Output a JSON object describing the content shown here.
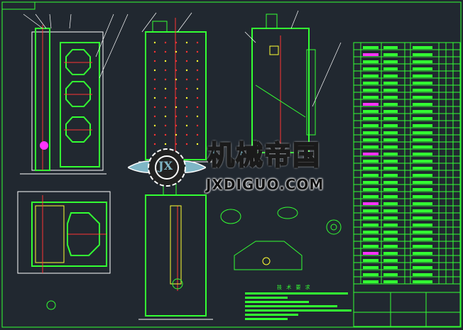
{
  "watermark": {
    "chinese": "机械帝国",
    "url": "JXDIGUO.COM",
    "emblem": "JX"
  },
  "technical_requirements": {
    "title": "技 术 要 求"
  },
  "colors": {
    "background": "#212830",
    "outline": "#33ff33",
    "centerline": "#ff3333",
    "annotation": "#ffffff",
    "highlight": "#ff33ff",
    "dimension": "#ffff33"
  }
}
